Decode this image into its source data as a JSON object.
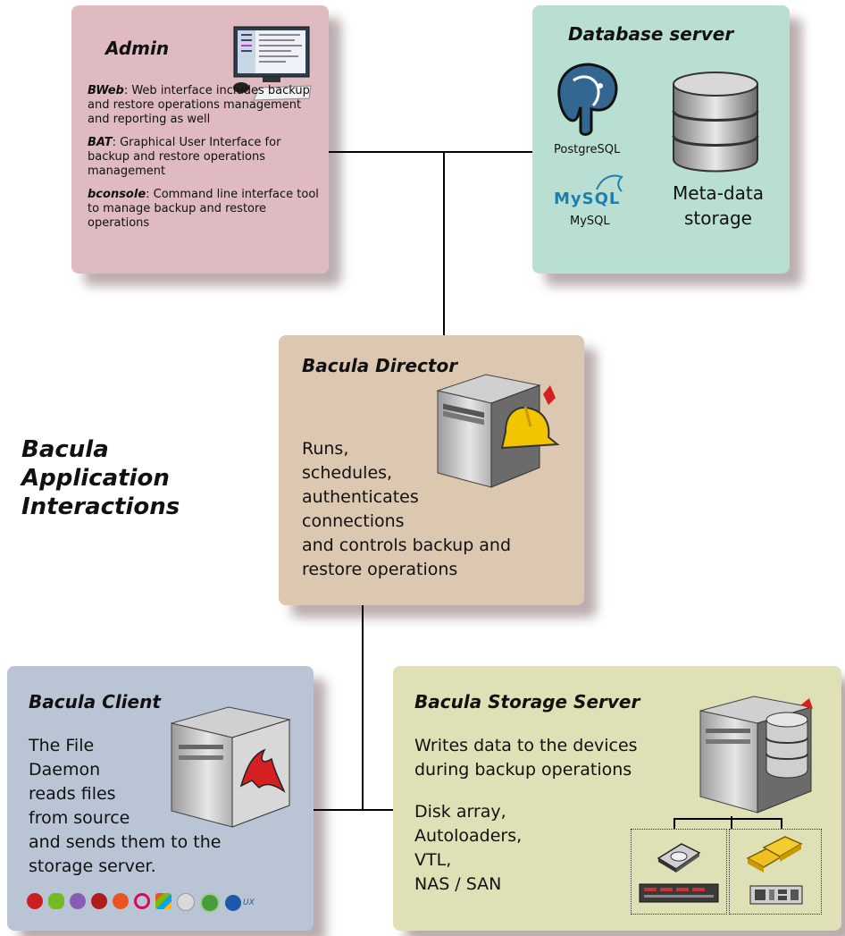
{
  "title_lines": [
    "Bacula",
    "Application",
    "Interactions"
  ],
  "admin": {
    "title": "Admin",
    "items": [
      {
        "name": "BWeb",
        "text": ": Web interface includes backup and restore operations management and reporting as well"
      },
      {
        "name": "BAT",
        "text": ": Graphical User Interface for backup and restore operations management"
      },
      {
        "name": "bconsole",
        "text": ": Command line interface tool to manage backup and restore operations"
      }
    ]
  },
  "database": {
    "title": "Database server",
    "postgres_label": "PostgreSQL",
    "mysql_logo": "MySQL",
    "mysql_label": "MySQL",
    "storage_line1": "Meta-data",
    "storage_line2": "storage"
  },
  "director": {
    "title": "Bacula Director",
    "lines": [
      "Runs,",
      "schedules,",
      "authenticates",
      "connections",
      "and controls backup and",
      "restore operations"
    ]
  },
  "client": {
    "title": "Bacula Client",
    "lines": [
      "The File",
      "Daemon",
      "reads files",
      "from source",
      "and sends them to the",
      "storage server."
    ],
    "os_icons": [
      "redhat-icon",
      "opensuse-icon",
      "slackware-icon",
      "freebsd-icon",
      "ubuntu-icon",
      "debian-icon",
      "windows-icon",
      "apple-icon",
      "aix-icon",
      "hpux-icon"
    ],
    "hpux_label": "UX"
  },
  "storage": {
    "title": "Bacula Storage Server",
    "line1": "Writes data to the devices",
    "line2": "during backup operations",
    "devices": [
      "Disk array,",
      "Autoloaders,",
      "VTL,",
      "NAS / SAN"
    ]
  },
  "colors": {
    "admin_bg": "#dfbac1",
    "database_bg": "#b8dfd2",
    "director_bg": "#dcc8b1",
    "client_bg": "#b9c5d5",
    "storage_bg": "#dfe0b6"
  }
}
